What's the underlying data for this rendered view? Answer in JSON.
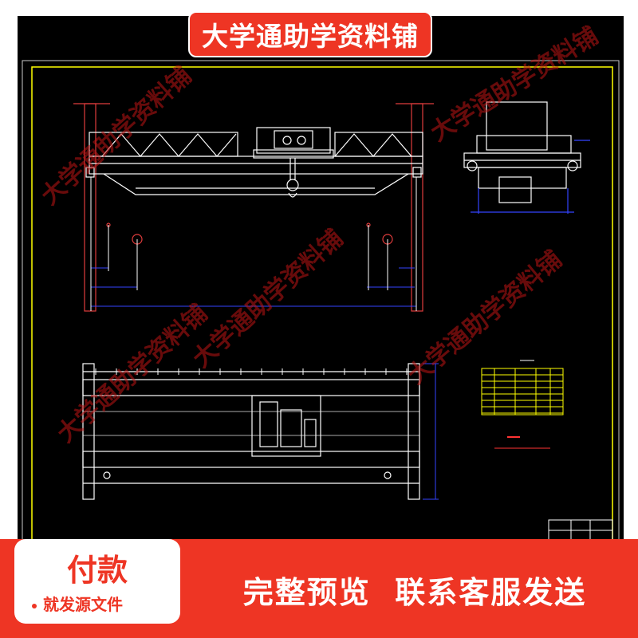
{
  "banner": {
    "title": "大学通助学资料铺"
  },
  "watermark": "大学通助学资料铺",
  "payment": {
    "title": "付款",
    "subtitle": "就发源文件"
  },
  "slogan": "完整预览  联系客服发送",
  "colors": {
    "accent": "#ee3524",
    "cad_bg": "#000000",
    "line": "#ffffff",
    "frame": "#ffff00",
    "dim": "#3344ff",
    "hatch": "#e03c3c"
  }
}
